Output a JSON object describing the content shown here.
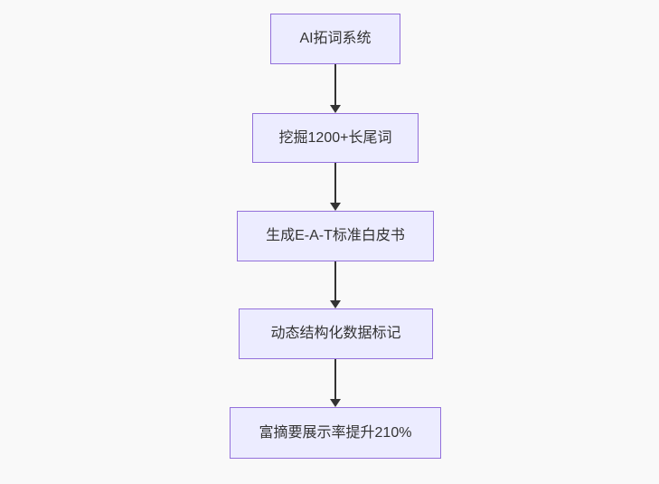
{
  "diagram": {
    "type": "flowchart-top-down",
    "nodes": [
      {
        "id": "step-1",
        "label": "AI拓词系统"
      },
      {
        "id": "step-2",
        "label": "挖掘1200+长尾词"
      },
      {
        "id": "step-3",
        "label": "生成E-A-T标准白皮书"
      },
      {
        "id": "step-4",
        "label": "动态结构化数据标记"
      },
      {
        "id": "step-5",
        "label": "富摘要展示率提升210%"
      }
    ],
    "edges": [
      {
        "from": "step-1",
        "to": "step-2"
      },
      {
        "from": "step-2",
        "to": "step-3"
      },
      {
        "from": "step-3",
        "to": "step-4"
      },
      {
        "from": "step-4",
        "to": "step-5"
      }
    ],
    "colors": {
      "node_fill": "#ECECFF",
      "node_border": "#9370DB",
      "arrow": "#333333",
      "text": "#333333",
      "background": "#f9f9f9"
    }
  }
}
